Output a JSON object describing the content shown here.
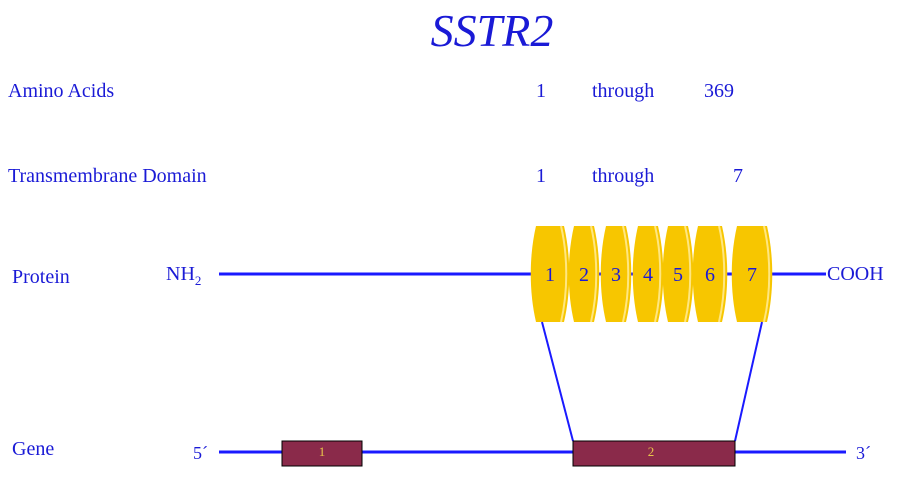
{
  "title": "SSTR2",
  "rows": {
    "amino": {
      "label": "Amino Acids",
      "start": "1",
      "through": "through",
      "end": "369"
    },
    "tm": {
      "label": "Transmembrane Domain",
      "start": "1",
      "through": "through",
      "end": "7"
    }
  },
  "protein": {
    "label": "Protein",
    "n_term": "NH",
    "n_term_sub": "2",
    "c_term": "COOH",
    "domains": [
      "1",
      "2",
      "3",
      "4",
      "5",
      "6",
      "7"
    ]
  },
  "gene": {
    "label": "Gene",
    "five_prime": "5´",
    "three_prime": "3´",
    "exons": [
      "1",
      "2"
    ]
  },
  "colors": {
    "text": "#1a1ad6",
    "line": "#1a1aff",
    "domain": "#f7c600",
    "exon": "#8a2a4a",
    "exon_label": "#e8c64a"
  }
}
